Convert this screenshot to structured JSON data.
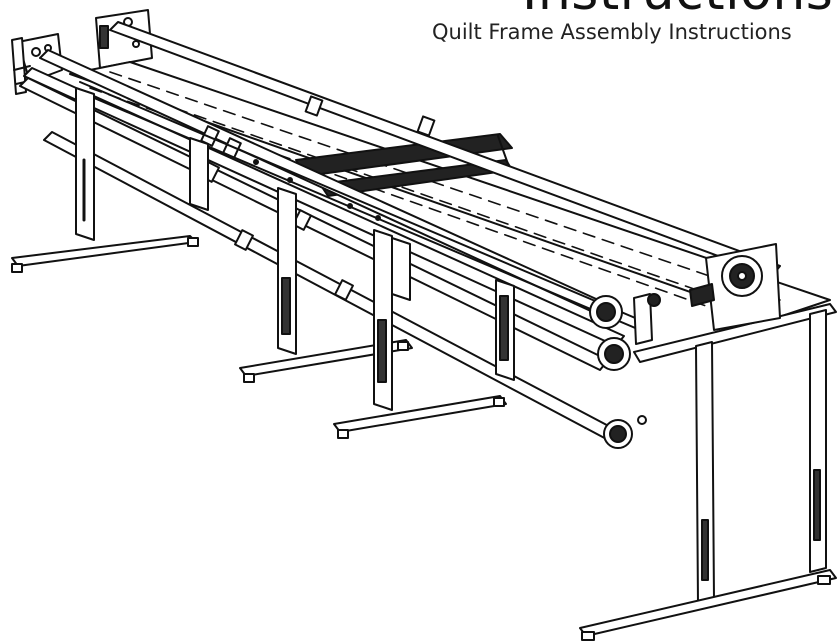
{
  "document": {
    "title": "Instructions",
    "subtitle": "Quilt Frame Assembly Instructions"
  },
  "illustration": {
    "subject": "quilt-frame",
    "line_color": "#111111",
    "rail_count": 5,
    "leg_count": 4
  }
}
